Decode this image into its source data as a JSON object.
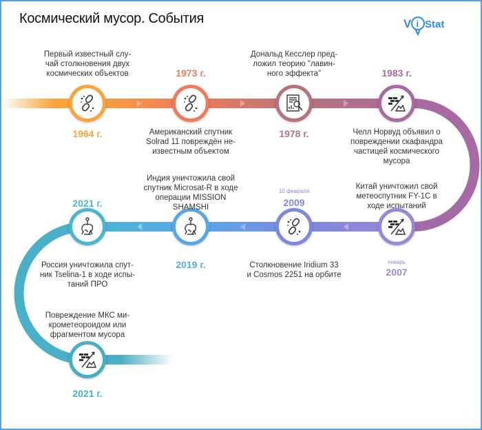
{
  "title": "Космический мусор. События",
  "logo": {
    "text_left": "V",
    "text_mid": "i",
    "text_right": "Stat",
    "color": "#2f8be6"
  },
  "colors": {
    "c1964": "#f9a53b",
    "c1973": "#f07b5c",
    "c1978": "#b7737b",
    "c1983": "#a96aa2",
    "c2007": "#9c88d2",
    "c2009": "#7d88dd",
    "c2019": "#58a8e8",
    "c2021a": "#4bb6d0",
    "c2021b": "#48aec4"
  },
  "events": [
    {
      "year": "1964 г.",
      "caption": "Первый известный слу-\nчай столкновения двух\nкосмических объектов",
      "icon": "broken-chain-icon"
    },
    {
      "year": "1973 г.",
      "caption": "Американский спутник\nSolrad 11 повреждён не-\nизвестным объектом",
      "icon": "broken-chain-icon"
    },
    {
      "year": "1978 г.",
      "caption": "Дональд Кесслер пред-\nложил теорию \"лавин-\nного эффекта\"",
      "icon": "document-chart-icon"
    },
    {
      "year": "1983 г.",
      "caption": "Челл Норвуд объявил о\nповреждении скафандра\nчастицей космического\nмусора",
      "icon": "wall-impact-icon"
    },
    {
      "date": "январь",
      "year": "2007",
      "caption": "Китай уничтожил свой\nметеоспутник FY-1C в\nходе испытаний",
      "icon": "wall-impact-icon"
    },
    {
      "date": "10 февраля",
      "year": "2009",
      "caption": "Столкновение Iridium 33\nи Cosmos 2251 на орбите",
      "icon": "broken-chain-icon"
    },
    {
      "year": "2019 г.",
      "caption": "Индия уничтожила свой\nспутник Microsat-R в ходе\nоперации MISSION\nSHAMSHI",
      "icon": "explosion-icon"
    },
    {
      "year": "2021 г.",
      "caption": "Россия уничтожила спут-\nник Tselina-1 в ходе испы-\nтаний ПРО",
      "icon": "explosion-icon"
    },
    {
      "year": "2021 г.",
      "caption": "Повреждение МКС ми-\nкрометеороидом или\nфрагментом мусора",
      "icon": "wall-impact-icon"
    }
  ]
}
